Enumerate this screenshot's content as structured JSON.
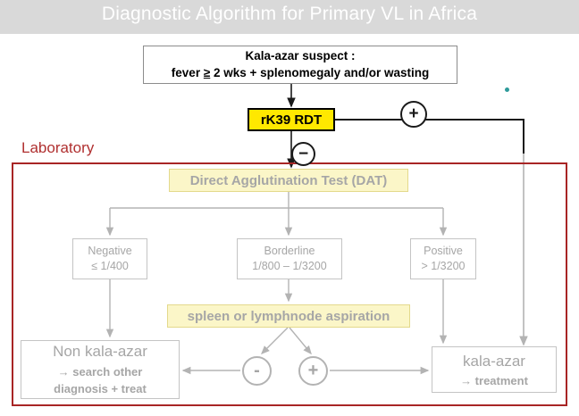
{
  "header": {
    "title": "Diagnostic Algorithm for Primary VL in Africa",
    "bar_color": "#d9d9d9",
    "title_color": "#ffffff"
  },
  "colors": {
    "highlight_yellow": "#ffe800",
    "pale_yellow": "#fbf6c8",
    "lab_red": "#a82525",
    "lab_label_red": "#b03030",
    "muted_gray": "#a6a6a6",
    "teal_dot": "#2e9a9a"
  },
  "nodes": {
    "suspect": {
      "line1": "Kala-azar suspect :",
      "line2_prefix": "fever ",
      "line2_symbol": "≥",
      "line2_suffix": " 2 wks + splenomegaly and/or wasting"
    },
    "rk39": {
      "label": "rK39 RDT"
    },
    "dat": {
      "label": "Direct Agglutination Test (DAT)"
    },
    "aspiration": {
      "label": "spleen or lymphnode aspiration"
    },
    "negative": {
      "title": "Negative",
      "value": "≤ 1/400"
    },
    "borderline": {
      "title": "Borderline",
      "value": "1/800 – 1/3200"
    },
    "positive": {
      "title": "Positive",
      "value": "> 1/3200"
    },
    "non_kala_azar": {
      "title": "Non kala-azar",
      "line2": "→ search other",
      "line3": "diagnosis + treat"
    },
    "kala_azar": {
      "title": "kala-azar",
      "line2": "→ treatment"
    }
  },
  "labels": {
    "laboratory": "Laboratory"
  },
  "signs": {
    "rk39_positive": "+",
    "rk39_negative": "−",
    "aspiration_negative": "-",
    "aspiration_positive": "+"
  }
}
